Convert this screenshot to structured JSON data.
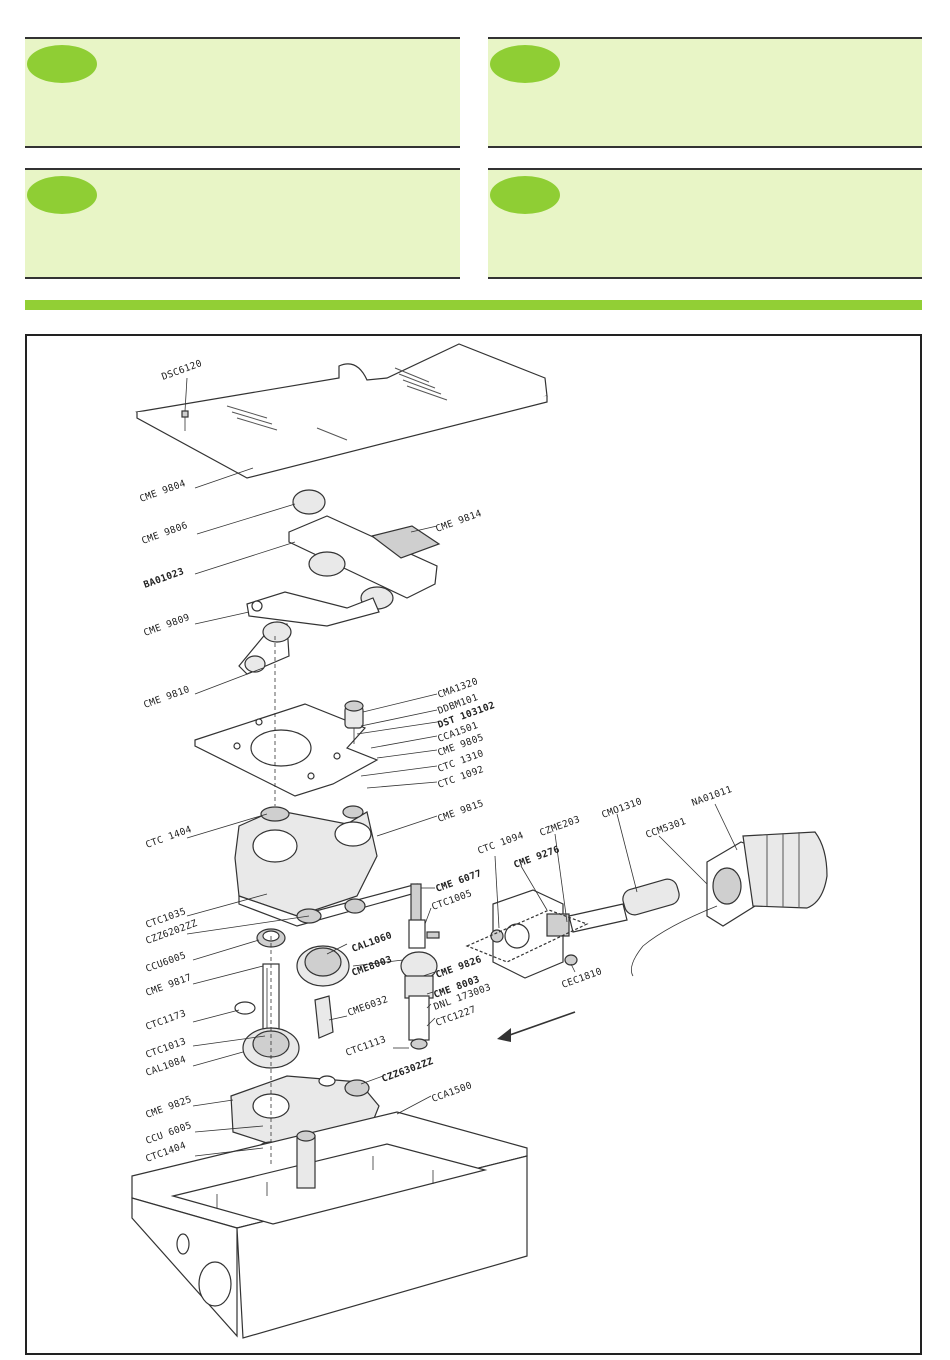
{
  "labels": {
    "dsc6120": "DSC6120",
    "cme9804": "CME 9804",
    "cme9806": "CME 9806",
    "cme9814": "CME 9814",
    "ba01023": "BA01023",
    "cme9809": "CME 9809",
    "cme9810": "CME 9810",
    "cma1320": "CMA1320",
    "ddbm101": "DDBM101",
    "dst103102": "DST 103102",
    "cca1501": "CCA1501",
    "cme9805": "CME 9805",
    "ctc1310": "CTC 1310",
    "ctc1092": "CTC 1092",
    "ctc1404a": "CTC 1404",
    "cme9815": "CME 9815",
    "ctc1094": "CTC 1094",
    "cme9276": "CME 9276",
    "czme203": "CZME203",
    "cmo1310": "CMO1310",
    "ccm5301": "CCM5301",
    "na01011": "NA01011",
    "cme6077": "CME 6077",
    "ctc1005": "CTC1005",
    "ctc1035": "CTC1035",
    "czz6202zz": "CZZ6202ZZ",
    "cal1060": "CAL1060",
    "ccu6005a": "CCU6005",
    "cme8003a": "CME8003",
    "cme9826": "CME 9826",
    "cec1810": "CEC1810",
    "cme9817": "CME 9817",
    "cme6032": "CME6032",
    "cme8003b": "CME 8003",
    "dnl173003": "DNL 173003",
    "ctc1227": "CTC1227",
    "ctc1173": "CTC1173",
    "ctc1013": "CTC1013",
    "ctc1113": "CTC1113",
    "cal1084": "CAL1084",
    "czz6302zz": "CZZ6302ZZ",
    "cca1500": "CCA1500",
    "cme9825": "CME 9825",
    "ccu6005b": "CCU 6005",
    "ctc1404b": "CTC1404"
  },
  "colors": {
    "card_bg": "#e8f5c6",
    "accent_green": "#8fce34",
    "bar_green": "#92cf35",
    "frame_border": "#222222"
  }
}
